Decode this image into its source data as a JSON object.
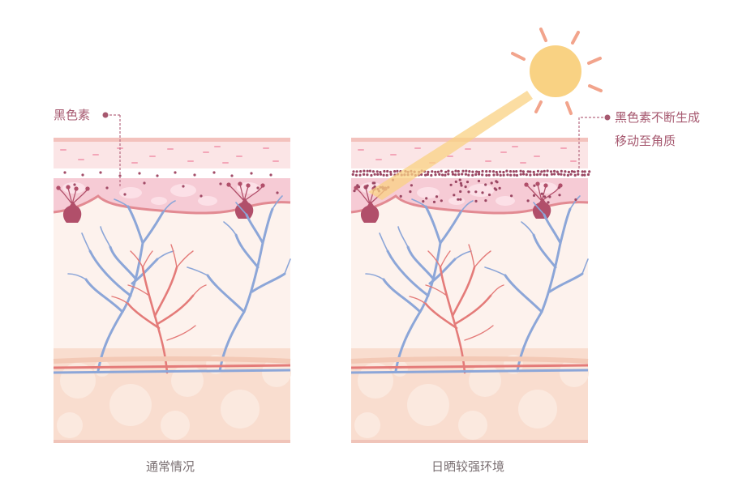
{
  "labels": {
    "melanin_left": "黑色素",
    "melanin_right_line1": "黑色素不断生成",
    "melanin_right_line2": "移动至角质",
    "caption_left": "通常情况",
    "caption_right": "日晒较强环境"
  },
  "colors": {
    "text": "#a6586f",
    "caption": "#7a6f72",
    "sun": "#f9d283",
    "sun_rays": "#f2a48c",
    "vein": "#8aa3d6",
    "artery": "#e47a78",
    "melanin_dots": "#9b4763",
    "epidermis": "#f4c7d0",
    "dermis": "#fdf1ec",
    "subcutis": "#f8dccd"
  },
  "icons": [
    "sun-icon",
    "sun-ray-beam",
    "melanocyte-icon"
  ]
}
